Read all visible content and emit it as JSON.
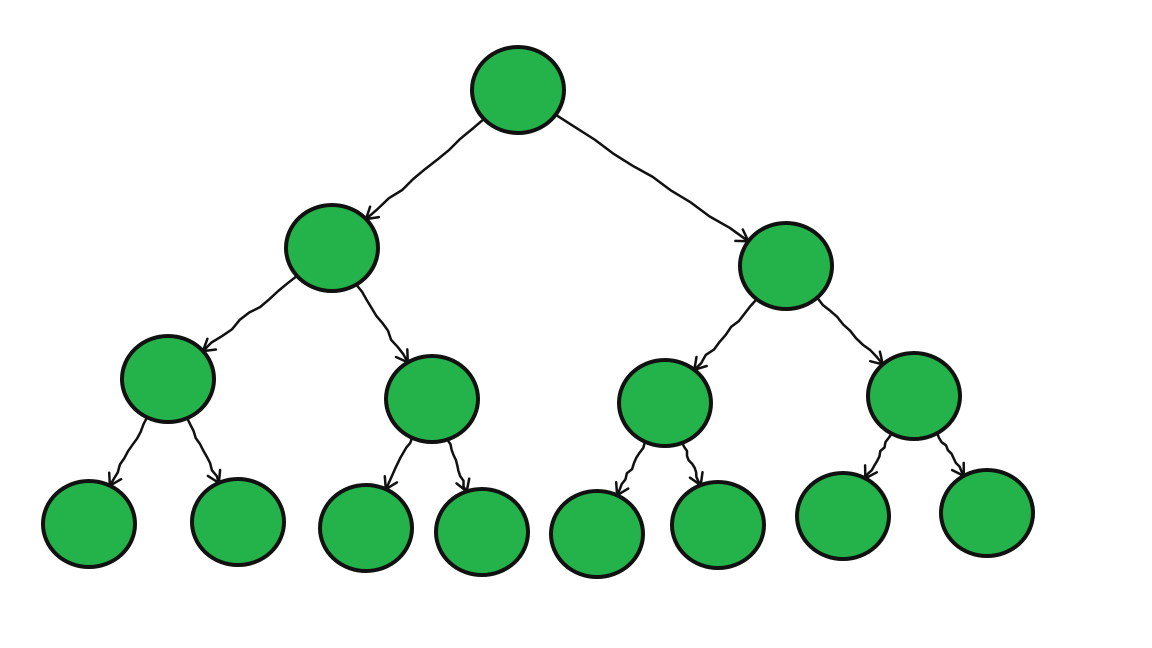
{
  "diagram": {
    "type": "binary-tree",
    "levels": 4,
    "node_color": "#24b24b",
    "outline_color": "#111111",
    "edge_style": "hand-drawn directed arrows",
    "nodes": [
      {
        "id": "n0",
        "level": 0
      },
      {
        "id": "n1",
        "level": 1
      },
      {
        "id": "n2",
        "level": 1
      },
      {
        "id": "n3",
        "level": 2
      },
      {
        "id": "n4",
        "level": 2
      },
      {
        "id": "n5",
        "level": 2
      },
      {
        "id": "n6",
        "level": 2
      },
      {
        "id": "n7",
        "level": 3
      },
      {
        "id": "n8",
        "level": 3
      },
      {
        "id": "n9",
        "level": 3
      },
      {
        "id": "n10",
        "level": 3
      },
      {
        "id": "n11",
        "level": 3
      },
      {
        "id": "n12",
        "level": 3
      },
      {
        "id": "n13",
        "level": 3
      },
      {
        "id": "n14",
        "level": 3
      }
    ],
    "edges": [
      {
        "from": "n0",
        "to": "n1"
      },
      {
        "from": "n0",
        "to": "n2"
      },
      {
        "from": "n1",
        "to": "n3"
      },
      {
        "from": "n1",
        "to": "n4"
      },
      {
        "from": "n2",
        "to": "n5"
      },
      {
        "from": "n2",
        "to": "n6"
      },
      {
        "from": "n3",
        "to": "n7"
      },
      {
        "from": "n3",
        "to": "n8"
      },
      {
        "from": "n4",
        "to": "n9"
      },
      {
        "from": "n4",
        "to": "n10"
      },
      {
        "from": "n5",
        "to": "n11"
      },
      {
        "from": "n5",
        "to": "n12"
      },
      {
        "from": "n6",
        "to": "n13"
      },
      {
        "from": "n6",
        "to": "n14"
      }
    ]
  }
}
